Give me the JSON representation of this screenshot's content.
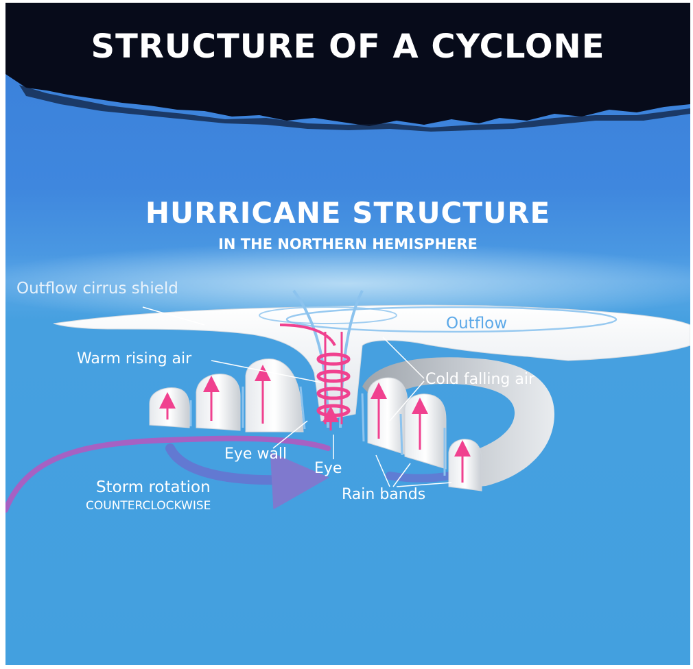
{
  "header": {
    "title": "STRUCTURE OF A CYCLONE"
  },
  "diagram": {
    "title": "HURRICANE STRUCTURE",
    "subtitle": "IN THE NORTHERN HEMISPHERE",
    "labels": {
      "outflow_cirrus_shield": "Outflow cirrus shield",
      "outflow": "Outflow",
      "warm_rising_air": "Warm rising air",
      "cold_falling_air": "Cold falling air",
      "eye_wall": "Eye wall",
      "eye": "Eye",
      "storm_rotation": "Storm rotation",
      "rotation_direction": "COUNTERCLOCKWISE",
      "rain_bands": "Rain bands"
    }
  },
  "colors": {
    "header_band": "#070b1a",
    "sky_blue": "#3f87de",
    "cloud_white": "#f4f6f8",
    "cloud_shadow": "#c9ced4",
    "warm_arrow": "#f0418f",
    "cool_arrow": "#8cc3ee",
    "rotation_arrow": "#b05ac0"
  }
}
